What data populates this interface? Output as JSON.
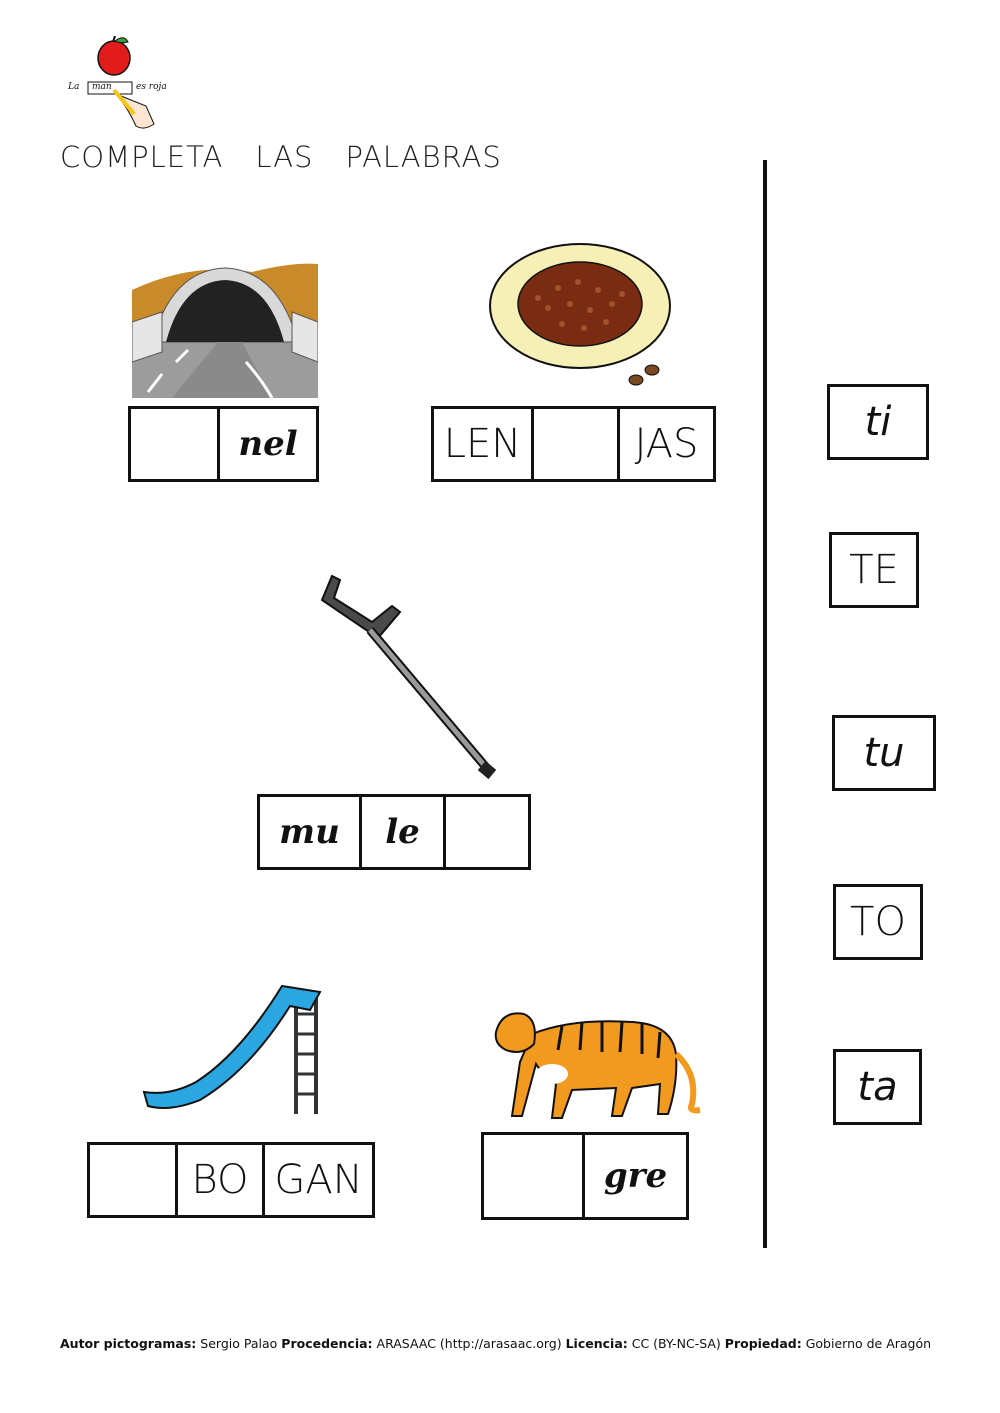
{
  "logo": {
    "word1": "La",
    "word2": "man",
    "word3": "es roja"
  },
  "title_words": [
    "COMPLETA",
    "LAS",
    "PALABRAS"
  ],
  "words": {
    "tunel": {
      "cells": [
        "",
        "nel"
      ]
    },
    "lentejas": {
      "cells": [
        "LEN",
        "",
        "JAS"
      ]
    },
    "muleta": {
      "cells": [
        "mu",
        "le",
        ""
      ]
    },
    "tobogan": {
      "cells": [
        "",
        "BO",
        "GAN"
      ]
    },
    "tigre": {
      "cells": [
        "",
        "gre"
      ]
    }
  },
  "options": [
    "ti",
    "TE",
    "tu",
    "TO",
    "ta"
  ],
  "footer": {
    "author_label": "Autor pictogramas:",
    "author": "Sergio Palao",
    "source_label": "Procedencia:",
    "source": "ARASAAC (http://arasaac.org)",
    "license_label": "Licencia:",
    "license": "CC (BY-NC-SA)",
    "owner_label": "Propiedad:",
    "owner": "Gobierno de Aragón"
  },
  "colors": {
    "slide": "#2aa7e0",
    "tiger": "#f29a1f",
    "tunnel_sky": "#c98a2a",
    "lentils": "#7a2c12"
  }
}
